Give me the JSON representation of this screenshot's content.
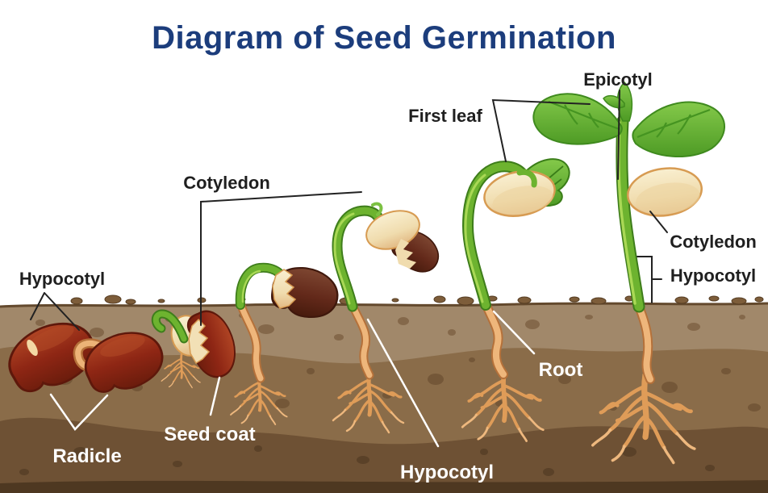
{
  "title": "Diagram of Seed Germination",
  "labels": {
    "hypocotyl_left": "Hypocotyl",
    "cotyledon_top": "Cotyledon",
    "first_leaf": "First leaf",
    "epicotyl": "Epicotyl",
    "cotyledon_right": "Cotyledon",
    "hypocotyl_right": "Hypocotyl",
    "root": "Root",
    "radicle": "Radicle",
    "seed_coat": "Seed coat",
    "hypocotyl_bottom": "Hypocotyl"
  },
  "illustration": {
    "icons": [
      "seed-icon",
      "sprout-icon",
      "seedling-icon",
      "root-cluster-icon",
      "leaf-icon",
      "soil-icon",
      "pebble-icon"
    ],
    "stages": [
      "dormant seed",
      "radicle emerging from seed",
      "shoot hook forming underground",
      "hypocotyl arch emerging with seed coat",
      "seedling shedding seed coat",
      "cotyledon open with first leaf",
      "young plant with true leaves"
    ]
  },
  "colors": {
    "background": "#ffffff",
    "title": "#1c3d7c",
    "label_dark": "#1f1f1f",
    "label_light": "#ffffff",
    "soil_light": "#a1886a",
    "soil_mid": "#8a6c49",
    "soil_dark": "#6e5134",
    "soil_deep": "#4e3821",
    "soil_edge": "#63492d",
    "seed_red": "#8e2614",
    "seed_brown": "#63291a",
    "cotyledon_cream": "#f0dcae",
    "stem_green": "#6db32f",
    "leaf_green": "#4e9b25",
    "root_tan": "#df9c58"
  }
}
